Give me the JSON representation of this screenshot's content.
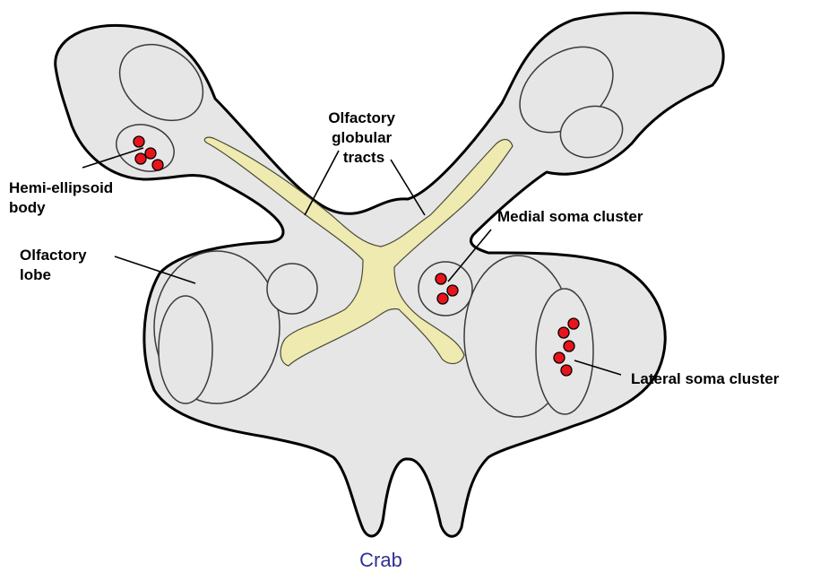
{
  "labels": {
    "hemi_ellipsoid": [
      "Hemi-ellipsoid",
      "body"
    ],
    "olfactory_lobe": [
      "Olfactory",
      "lobe"
    ],
    "globular_tracts": [
      "Olfactory",
      "globular",
      "tracts"
    ],
    "medial_soma": "Medial soma cluster",
    "lateral_soma": "Lateral soma cluster"
  },
  "caption": "Crab",
  "colors": {
    "brain_fill": "#e6e6e6",
    "tract_fill": "#eeeab0",
    "soma_fill": "#e8141b",
    "caption": "#2e3192"
  }
}
